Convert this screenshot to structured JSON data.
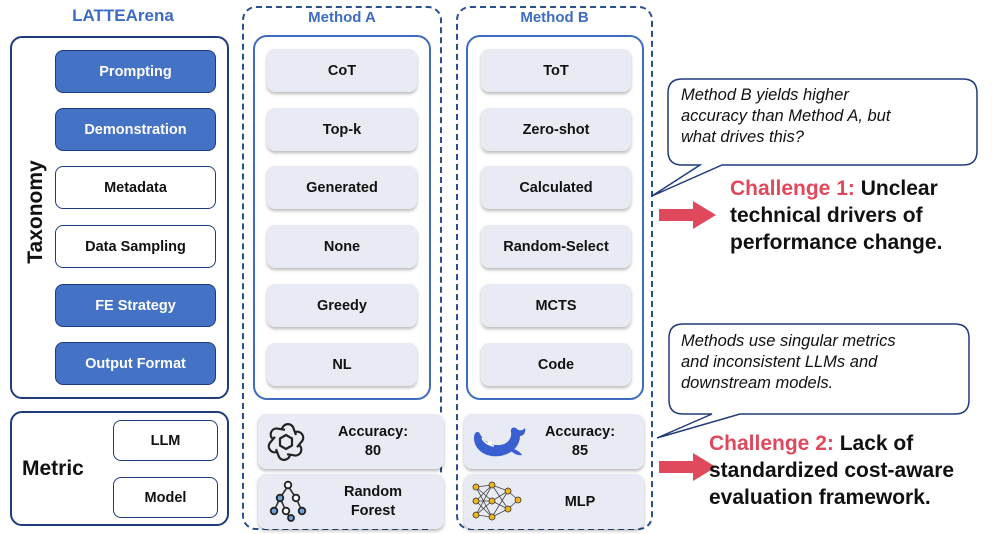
{
  "lattearena": {
    "title": "LATTEArena",
    "taxonomy_label": "Taxonomy",
    "taxonomy": [
      {
        "label": "Prompting",
        "filled": true
      },
      {
        "label": "Demonstration",
        "filled": true
      },
      {
        "label": "Metadata",
        "filled": false
      },
      {
        "label": "Data Sampling",
        "filled": false
      },
      {
        "label": "FE Strategy",
        "filled": true
      },
      {
        "label": "Output Format",
        "filled": true
      }
    ],
    "metric_label": "Metric",
    "metrics": [
      "LLM",
      "Model"
    ]
  },
  "method_a": {
    "title": "Method A",
    "items": [
      "CoT",
      "Top-k",
      "Generated",
      "None",
      "Greedy",
      "NL"
    ],
    "llm": {
      "icon": "openai-logo-icon",
      "label_line1": "Accuracy:",
      "label_line2": "80"
    },
    "model": {
      "icon": "decision-tree-icon",
      "label_line1": "Random",
      "label_line2": "Forest"
    }
  },
  "method_b": {
    "title": "Method B",
    "items": [
      "ToT",
      "Zero-shot",
      "Calculated",
      "Random-Select",
      "MCTS",
      "Code"
    ],
    "llm": {
      "icon": "deepseek-whale-icon",
      "label_line1": "Accuracy:",
      "label_line2": "85"
    },
    "model": {
      "icon": "neural-network-icon",
      "label": "MLP"
    }
  },
  "callouts": {
    "top": [
      "Method B yields higher",
      "accuracy than Method A, but",
      "what drives this?"
    ],
    "bottom": [
      "Methods use singular metrics",
      "and inconsistent LLMs and",
      "downstream models."
    ]
  },
  "challenges": [
    {
      "prefix": "Challenge 1:",
      "line1_rest": " Unclear",
      "line2": "technical drivers of",
      "line3": "performance change."
    },
    {
      "prefix": "Challenge 2:",
      "line1_rest": " Lack of",
      "line2": "standardized cost-aware",
      "line3": "evaluation framework."
    }
  ],
  "colors": {
    "accent_blue": "#4472c4",
    "dark_blue": "#1f3c7a",
    "challenge_red": "#e0495c",
    "pill_gray": "#e8ebf3"
  }
}
